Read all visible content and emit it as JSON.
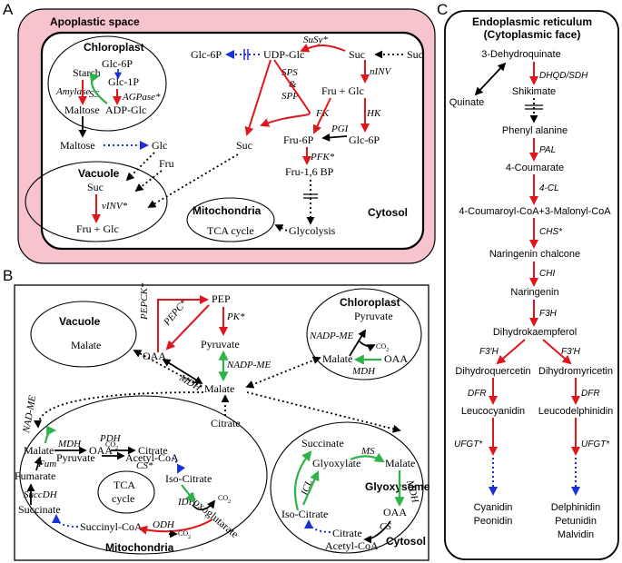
{
  "panels": {
    "A": "A",
    "B": "B",
    "C": "C"
  },
  "A": {
    "apoplast": "Apoplastic space",
    "chloroplast": "Chloroplast",
    "vacuole": "Vacuole",
    "mitochondria": "Mitochondria",
    "cytosol": "Cytosol",
    "n": {
      "starch": "Starch",
      "glc6p_c": "Glc-6P",
      "glc1p": "Glc-1P",
      "adpglc": "ADP-Glc",
      "maltose_c": "Maltose",
      "maltose": "Maltose",
      "glc": "Glc",
      "fru": "Fru",
      "suc_v": "Suc",
      "fruglc_v": "Fru  +  Glc",
      "tca": "TCA cycle",
      "glc6p": "Glc-6P",
      "udpglc": "UDP-Glc",
      "suc": "Suc",
      "suc_apo": "Suc",
      "fruglc": "Fru  +  Glc",
      "fru6p": "Fru-6P",
      "glc6p2": "Glc-6P",
      "fru16bp": "Fru-1,6 BP",
      "suc2": "Suc",
      "glycolysis": "Glycolysis"
    },
    "e": {
      "amylase": "Amylase",
      "ss": "SS",
      "agpase": "AGPase*",
      "susy": "SuSy*",
      "sps": "SPS",
      "amp": "&",
      "spp": "SPP",
      "ninv": "nINV",
      "fk": "FK",
      "hk": "HK",
      "pgi": "PGI",
      "pfk": "PFK*",
      "vinv": "vINV*"
    }
  },
  "B": {
    "vacuole": "Vacuole",
    "chloroplast": "Chloroplast",
    "mitochondria": "Mitochondria",
    "glyoxysome": "Glyoxysome",
    "cytosol": "Cytosol",
    "tca1": "TCA",
    "tca2": "cycle",
    "n": {
      "pep": "PEP",
      "oaa": "OAA",
      "pyruvate": "Pyruvate",
      "malate": "Malate",
      "citrate": "Citrate",
      "malate_v": "Malate",
      "pyr_c": "Pyruvate",
      "co2_c": "CO",
      "malate_c": "Malate",
      "oaa_c": "OAA",
      "co2_m1": "CO",
      "pyr_m": "Pyruvate",
      "acoa_m": "Acetyl-CoA",
      "malate_m": "Malate",
      "oaa_m": "OAA",
      "cit_m": "Citrate",
      "fumarate": "Fumarate",
      "isocit_m": "Iso-Citrate",
      "oxo": "2-oxoglutarate",
      "co2_m2": "CO",
      "succinate_m": "Succinate",
      "succoa": "Succinyl-CoA",
      "co2_m3": "CO",
      "succinate_g": "Succinate",
      "glyoxylate": "Glyoxylate",
      "malate_g": "Malate",
      "isocit_g": "Iso-Citrate",
      "oaa_g": "OAA",
      "cit_g": "Citrate",
      "acoa_g": "Acetyl-CoA",
      "two": "2"
    },
    "e": {
      "pepck": "PEPCK*",
      "pepc": "PEPC*",
      "pk": "PK*",
      "nadpme": "NADP-ME",
      "mdh": "MDH",
      "nadpme_c": "NADP-ME",
      "mdh_c": "MDH",
      "nadme": "NAD-ME",
      "pdh": "PDH",
      "mdh_m": "MDH",
      "cs_m": "CS*",
      "fum": "Fum",
      "idh": "IDH",
      "succdh": "SuccDH",
      "odh": "ODH",
      "ms": "MS",
      "icl": "ICL",
      "mdh_g": "MDH",
      "cs_g": "CS"
    }
  },
  "C": {
    "title1": "Endoplasmic reticulum",
    "title2": "(Cytoplasmic face)",
    "n": {
      "dhq": "3-Dehydroquinate",
      "quinate": "Quinate",
      "shikimate": "Shikimate",
      "phe": "Phenyl alanine",
      "coum": "4-Coumarate",
      "coa": "4-Coumaroyl-CoA+3-Malonyl-CoA",
      "chal": "Naringenin chalcone",
      "nar": "Naringenin",
      "dhk": "Dihydrokaempferol",
      "dhq2": "Dihydroquercetin",
      "dhm": "Dihydromyricetin",
      "lcy": "Leucocyanidin",
      "ldel": "Leucodelphinidin",
      "cya": "Cyanidin",
      "peo": "Peonidin",
      "del": "Delphinidin",
      "pet": "Petunidin",
      "mal": "Malvidin"
    },
    "e": {
      "dhqd": "DHQD/SDH",
      "pal": "PAL",
      "cl": "4-CL",
      "chs": "CHS*",
      "chi": "CHI",
      "f3h": "F3H",
      "f3ph": "F3'H",
      "f3pph": "F3'H",
      "dfr1": "DFR",
      "dfr2": "DFR",
      "ufgt1": "UFGT*",
      "ufgt2": "UFGT*"
    }
  }
}
